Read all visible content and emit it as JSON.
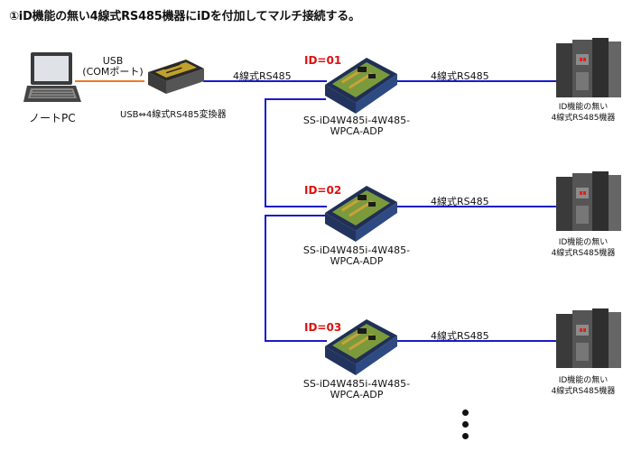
{
  "title": "①iD機能の無い4線式RS485機器にiDを付加してマルチ接続する。",
  "pc": {
    "label": "ノートPC"
  },
  "usb_link": {
    "line1": "USB",
    "line2": "(COMポート)"
  },
  "converter": {
    "label": "USB⇔4線式RS485変換器"
  },
  "bus_label": "4線式RS485",
  "adapters": [
    {
      "id": "ID=01",
      "model_line1": "SS-iD4W485i-4W485-",
      "model_line2": "WPCA-ADP",
      "link_label": "4線式RS485",
      "device_line1": "ID機能の無い",
      "device_line2": "4線式RS485機器"
    },
    {
      "id": "ID=02",
      "model_line1": "SS-iD4W485i-4W485-",
      "model_line2": "WPCA-ADP",
      "link_label": "4線式RS485",
      "device_line1": "ID機能の無い",
      "device_line2": "4線式RS485機器"
    },
    {
      "id": "ID=03",
      "model_line1": "SS-iD4W485i-4W485-",
      "model_line2": "WPCA-ADP",
      "link_label": "4線式RS485",
      "device_line1": "ID機能の無い",
      "device_line2": "4線式RS485機器"
    }
  ],
  "colors": {
    "bus": "#1a1acc",
    "usb": "#f07a22",
    "id_text": "#e01010"
  }
}
